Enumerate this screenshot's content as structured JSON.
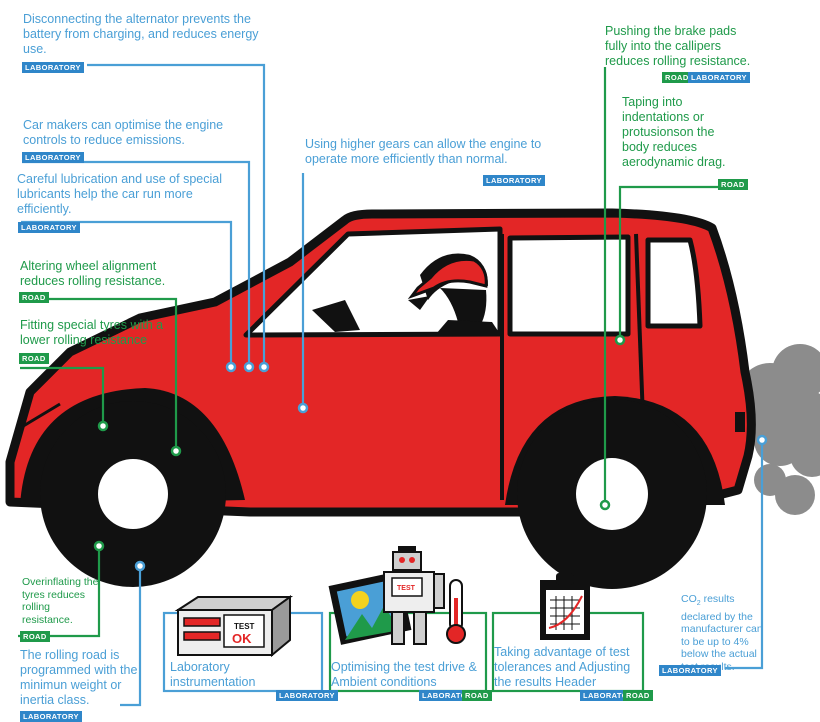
{
  "colors": {
    "lab_blue": "#4a9fd6",
    "road_green": "#1f9a4a",
    "car_red": "#e32626",
    "outline": "#111111",
    "smoke": "#8a8a8a"
  },
  "badges": {
    "laboratory": "LABORATORY",
    "road": "ROAD"
  },
  "annotations": {
    "alternator": "Disconnecting the alternator prevents the battery from charging, and reduces energy use.",
    "engine_controls": "Car makers can optimise the engine controls to reduce emissions.",
    "lubrication": "Careful lubrication and use of special lubricants help the car run more efficiently.",
    "wheel_alignment": "Altering wheel alignment reduces rolling resistance.",
    "special_tyres": "Fitting special tyres with a lower rolling resistance",
    "higher_gears": "Using higher gears can allow the engine to operate more efficiently than normal.",
    "brake_pads": "Pushing the brake pads fully into the callipers reduces rolling resistance.",
    "taping": "Taping into indentations or protusionson the body reduces aerodynamic drag.",
    "overinflating": "Overinflating the tyres reduces rolling resistance.",
    "rolling_road": "The rolling road is programmed with the minimun weight or inertia class.",
    "co2_results_prefix": "CO",
    "co2_subscript": "2",
    "co2_results_rest": " results declared by the manufacturer can to be up to 4% below the actual test results."
  },
  "boxes": {
    "instrumentation": {
      "label": "Laboratory instrumentation",
      "display_line1": "TEST",
      "display_line2": "OK"
    },
    "test_drive": {
      "label": "Optimising the test drive & Ambient conditions",
      "robot_sign": "TEST"
    },
    "tolerances": {
      "label": "Taking advantage of test tolerances and Adjusting the results Header"
    }
  }
}
